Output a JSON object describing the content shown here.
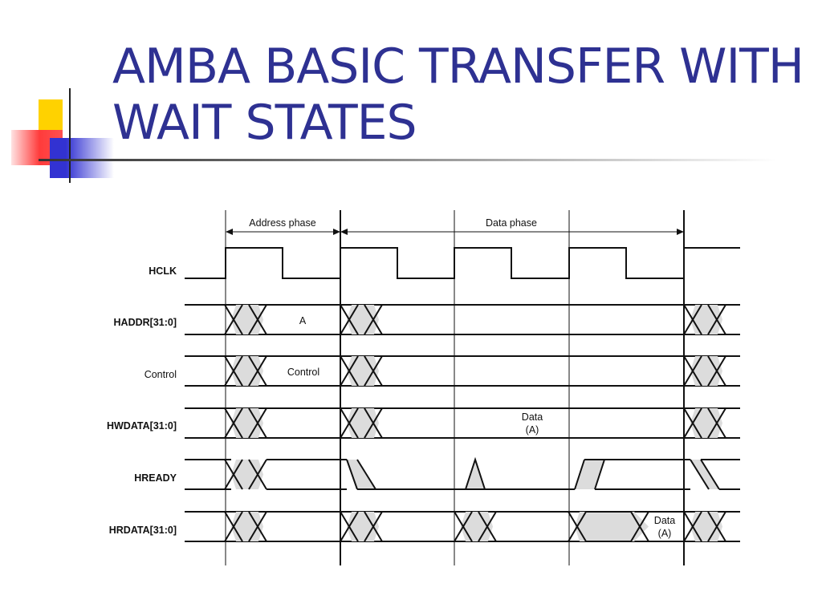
{
  "slide": {
    "title_line1": "AMBA BASIC TRANSFER WITH",
    "title_line2": "WAIT STATES",
    "title_color": "#2e3192"
  },
  "timing_diagram": {
    "phases": {
      "address": "Address phase",
      "data": "Data phase"
    },
    "signals": {
      "hclk": "HCLK",
      "haddr": "HADDR[31:0]",
      "control": "Control",
      "hwdata": "HWDATA[31:0]",
      "hready": "HREADY",
      "hrdata": "HRDATA[31:0]"
    },
    "values": {
      "haddr": "A",
      "control": "Control",
      "hwdata_line1": "Data",
      "hwdata_line2": "(A)",
      "hrdata_line1": "Data",
      "hrdata_line2": "(A)"
    },
    "colors": {
      "line": "#111111",
      "transition_fill": "#dcdcdc"
    }
  }
}
